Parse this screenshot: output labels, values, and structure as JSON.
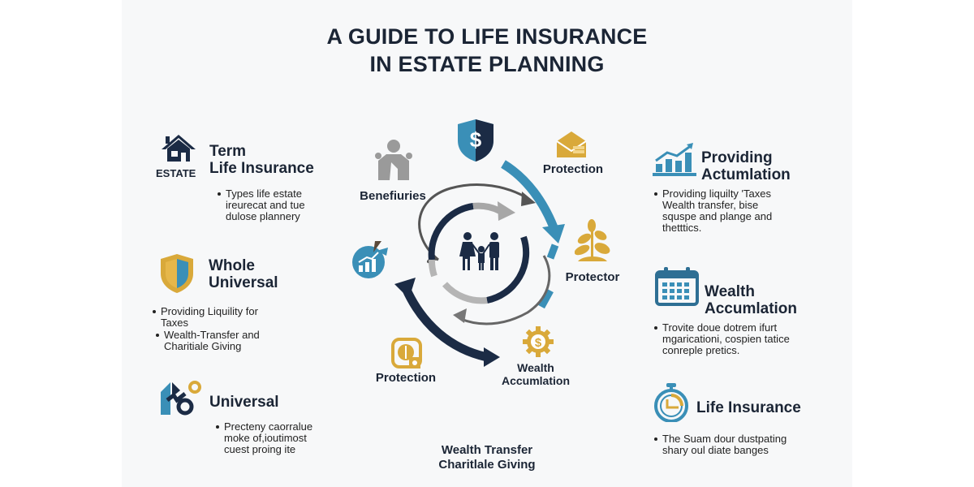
{
  "title": {
    "line1": "A GUIDE TO LIFE INSURANCE",
    "line2": "IN ESTATE PLANNING"
  },
  "colors": {
    "navy": "#1b2b45",
    "blue": "#3a8fb7",
    "gold": "#d9a93a",
    "gray": "#9a9a9a",
    "text": "#1b2535"
  },
  "left_cards": [
    {
      "icon": "house-icon",
      "icon_caption": "ESTATE",
      "heading_line1": "Term",
      "heading_line2": "Life Insurance",
      "bullets": [
        "Types life estate ireurecat and tue dulose plannery"
      ]
    },
    {
      "icon": "shield-icon",
      "heading_line1": "Whole",
      "heading_line2": "Universal",
      "bullets": [
        "Providing Liquility for Taxes",
        "Wealth-Transfer and Charitiale Giving"
      ]
    },
    {
      "icon": "puzzle-gear-icon",
      "heading_line1": "Universal",
      "bullets": [
        "Precteny caorralue moke of,ioutimost cuest proing ite"
      ]
    }
  ],
  "right_cards": [
    {
      "icon": "growth-chart-icon",
      "heading_line1": "Providing",
      "heading_line2": "Actumlation",
      "bullets": [
        "Providing liquilty 'Taxes Wealth transfer, bise squspe and plange and thetttics."
      ]
    },
    {
      "icon": "calendar-icon",
      "heading_line1": "Wealth",
      "heading_line2": "Accumlation",
      "bullets": [
        "Trovite doue dotrem ifurt mgaricationi, cospien tatice conreple pretics."
      ]
    },
    {
      "icon": "stopwatch-icon",
      "heading_line1": "Life Insurance",
      "bullets": [
        "The Suam dour dustpating shary oul diate banges"
      ]
    }
  ],
  "diagram": {
    "center_icon": "family-icon",
    "nodes": [
      {
        "icon": "dollar-shield-icon",
        "label": ""
      },
      {
        "icon": "beneficiaries-icon",
        "label": "Benefiuries"
      },
      {
        "icon": "house-coins-icon",
        "label": "Protection"
      },
      {
        "icon": "plant-icon",
        "label": "Protector"
      },
      {
        "icon": "pie-growth-icon",
        "label": ""
      },
      {
        "icon": "plant-gear-icon",
        "label": "Protection"
      },
      {
        "icon": "dollar-gear-icon",
        "label_line1": "Wealth",
        "label_line2": "Accumlation"
      }
    ]
  },
  "footer": {
    "line1": "Wealth Transfer",
    "line2": "Charitlale Giving"
  }
}
